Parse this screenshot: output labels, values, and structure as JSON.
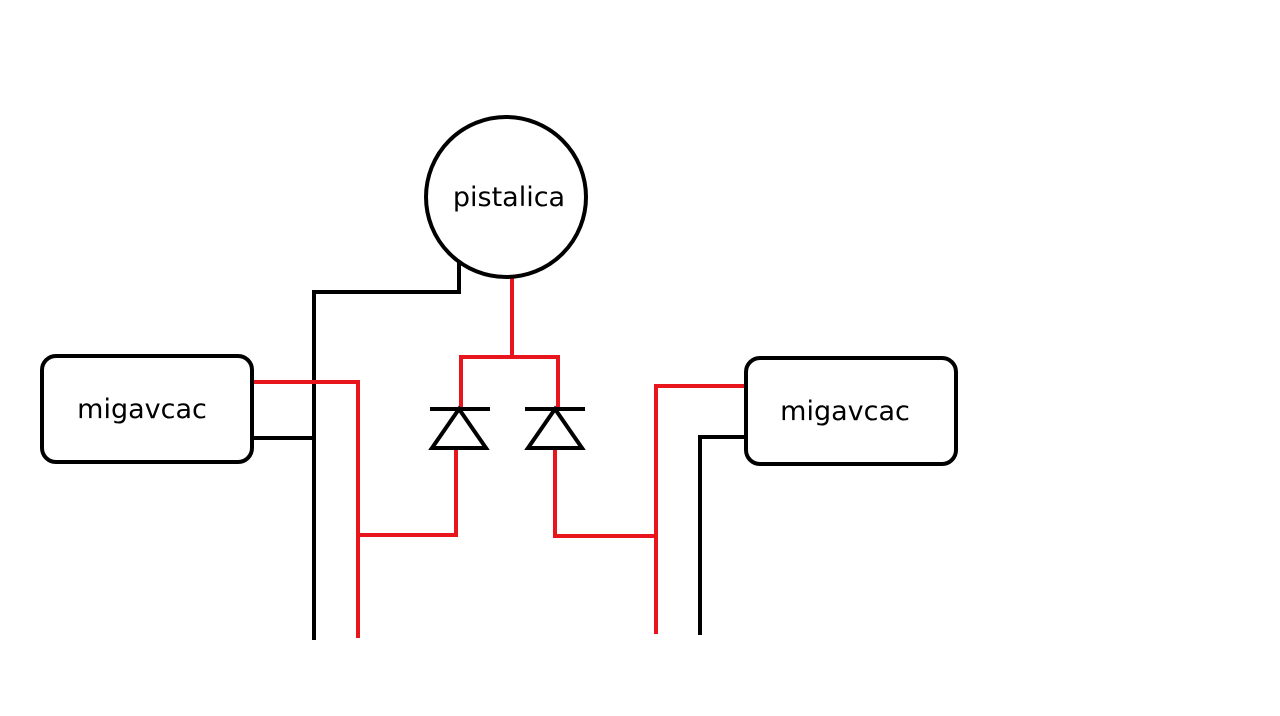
{
  "components": {
    "buzzer": {
      "label": "pistalica"
    },
    "flasher_left": {
      "label": "migavcac"
    },
    "flasher_right": {
      "label": "migavcac"
    }
  },
  "colors": {
    "wire_black": "#000000",
    "wire_red": "#e8161c",
    "background": "#ffffff"
  }
}
